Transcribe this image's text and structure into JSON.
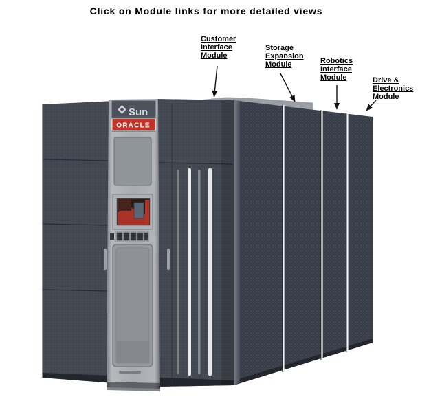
{
  "title": "Click on Module links for more detailed views",
  "machine": {
    "sun_label": "Sun",
    "oracle_label": "ORACLE",
    "colors": {
      "body_front": "#41464f",
      "body_side": "#383d47",
      "column_gray": "#a9abb0",
      "oracle_red": "#c43227",
      "seam_white": "#f4f4f2",
      "screen_red": "#a93226",
      "top_surface": "#9ba0a7"
    }
  },
  "modules": [
    {
      "label": "Customer Interface Module",
      "lines": [
        "Customer",
        "Interface",
        "Module"
      ]
    },
    {
      "label": "Storage Expansion Module",
      "lines": [
        "Storage",
        "Expansion",
        "Module"
      ]
    },
    {
      "label": "Robotics Interface Module",
      "lines": [
        "Robotics",
        "Interface",
        "Module"
      ]
    },
    {
      "label": "Drive & Electronics Module",
      "lines": [
        "Drive &",
        "Electronics",
        "Module"
      ]
    }
  ]
}
